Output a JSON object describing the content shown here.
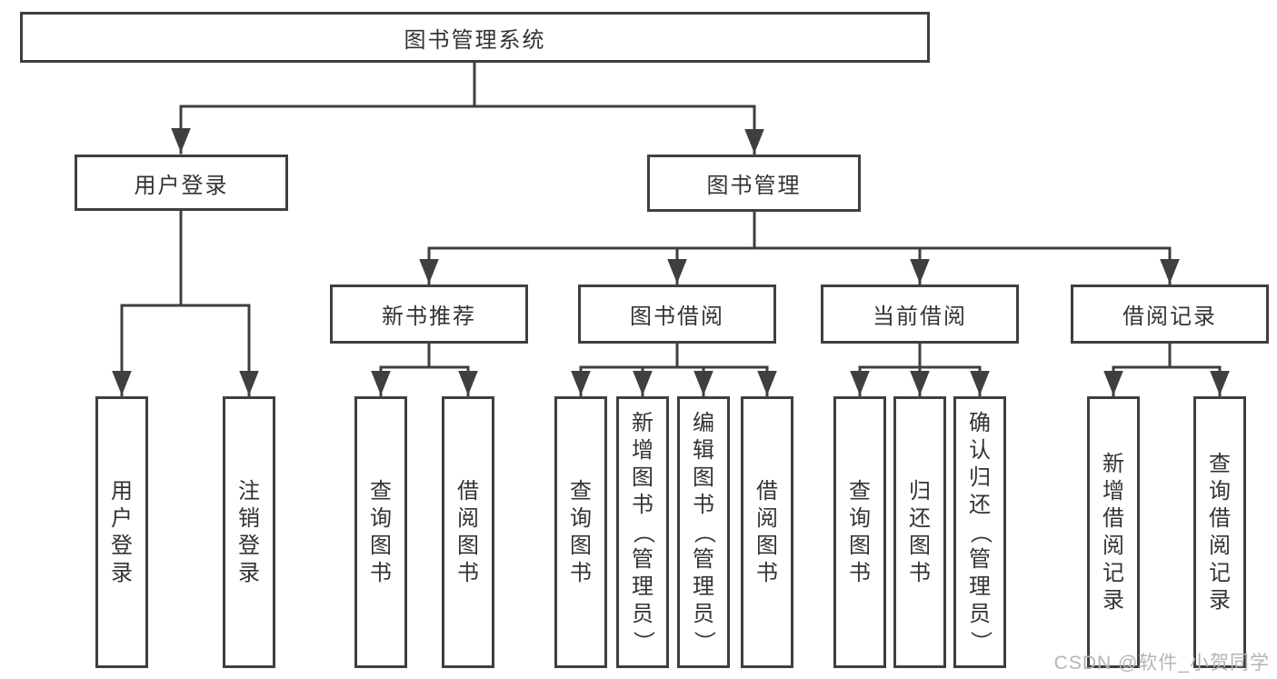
{
  "diagram": {
    "root": {
      "label": "图书管理系统",
      "children": [
        {
          "label": "用户登录",
          "children": [
            {
              "label": "用户登录"
            },
            {
              "label": "注销登录"
            }
          ]
        },
        {
          "label": "图书管理",
          "children": [
            {
              "label": "新书推荐",
              "children": [
                {
                  "label": "查询图书"
                },
                {
                  "label": "借阅图书"
                }
              ]
            },
            {
              "label": "图书借阅",
              "children": [
                {
                  "label": "查询图书"
                },
                {
                  "label": "新增图书（管理员）"
                },
                {
                  "label": "编辑图书（管理员）"
                },
                {
                  "label": "借阅图书"
                }
              ]
            },
            {
              "label": "当前借阅",
              "children": [
                {
                  "label": "查询图书"
                },
                {
                  "label": "归还图书"
                },
                {
                  "label": "确认归还（管理员）"
                }
              ]
            },
            {
              "label": "借阅记录",
              "children": [
                {
                  "label": "新增借阅记录"
                },
                {
                  "label": "查询借阅记录"
                }
              ]
            }
          ]
        }
      ]
    },
    "colors": {
      "line": "#3f3f3f",
      "text": "#333333",
      "watermark": "#b5b5b5"
    }
  },
  "watermark": {
    "text": "CSDN @软件_小贺同学"
  }
}
